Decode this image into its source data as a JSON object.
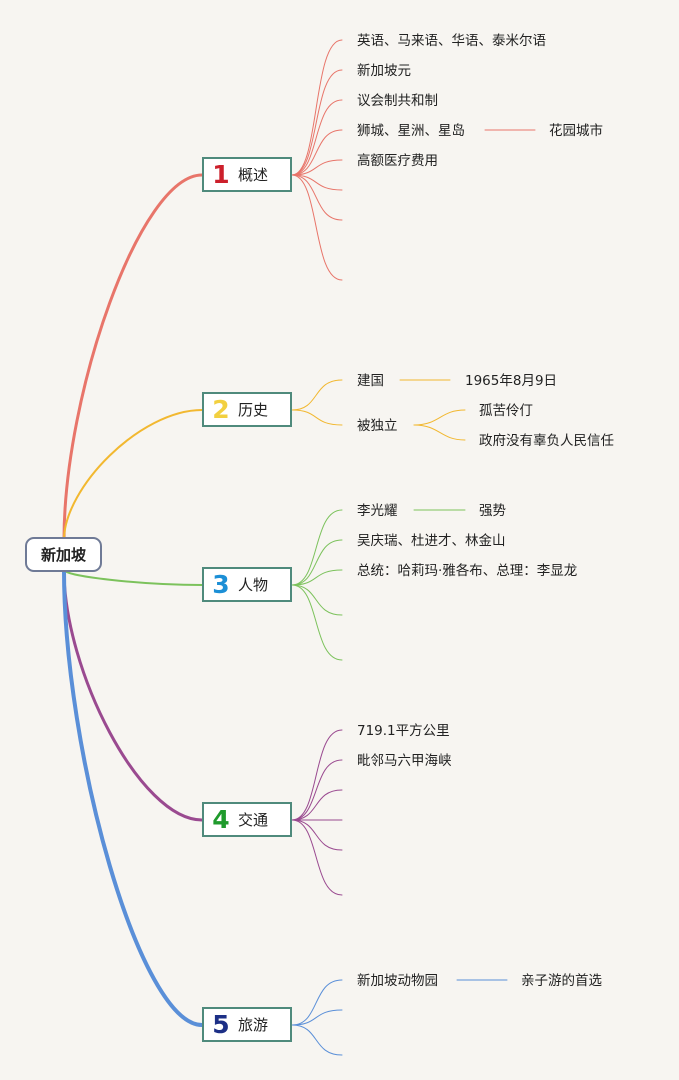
{
  "root": {
    "label": "新加坡"
  },
  "topics": [
    {
      "num": "1",
      "label": "概述",
      "color": "#e8756a",
      "numColor": "#cc1f2b",
      "items": [
        "英语、马来语、华语、泰米尔语",
        "新加坡元",
        "议会制共和制",
        "狮城、星洲、星岛",
        "高额医疗费用"
      ],
      "sub": {
        "from": "狮城、星洲、星岛",
        "text": "花园城市"
      }
    },
    {
      "num": "2",
      "label": "历史",
      "color": "#f2b830",
      "numColor": "#f2d040",
      "items": [
        "建国",
        "被独立"
      ],
      "sub_founding": "1965年8月9日",
      "sub_independent": [
        "孤苦伶仃",
        "政府没有辜负人民信任"
      ]
    },
    {
      "num": "3",
      "label": "人物",
      "color": "#7cc25c",
      "numColor": "#1c8fd6",
      "items": [
        "李光耀",
        "吴庆瑞、杜进才、林金山",
        "总统：哈莉玛·雅各布、总理：李显龙"
      ],
      "sub": {
        "from": "李光耀",
        "text": "强势"
      }
    },
    {
      "num": "4",
      "label": "交通",
      "color": "#9a4a90",
      "numColor": "#1f9a2c",
      "items": [
        "719.1平方公里",
        "毗邻马六甲海峡"
      ]
    },
    {
      "num": "5",
      "label": "旅游",
      "color": "#5a8fd8",
      "numColor": "#1c2f86",
      "items": [
        "新加坡动物园"
      ],
      "sub": {
        "from": "新加坡动物园",
        "text": "亲子游的首选"
      }
    }
  ]
}
